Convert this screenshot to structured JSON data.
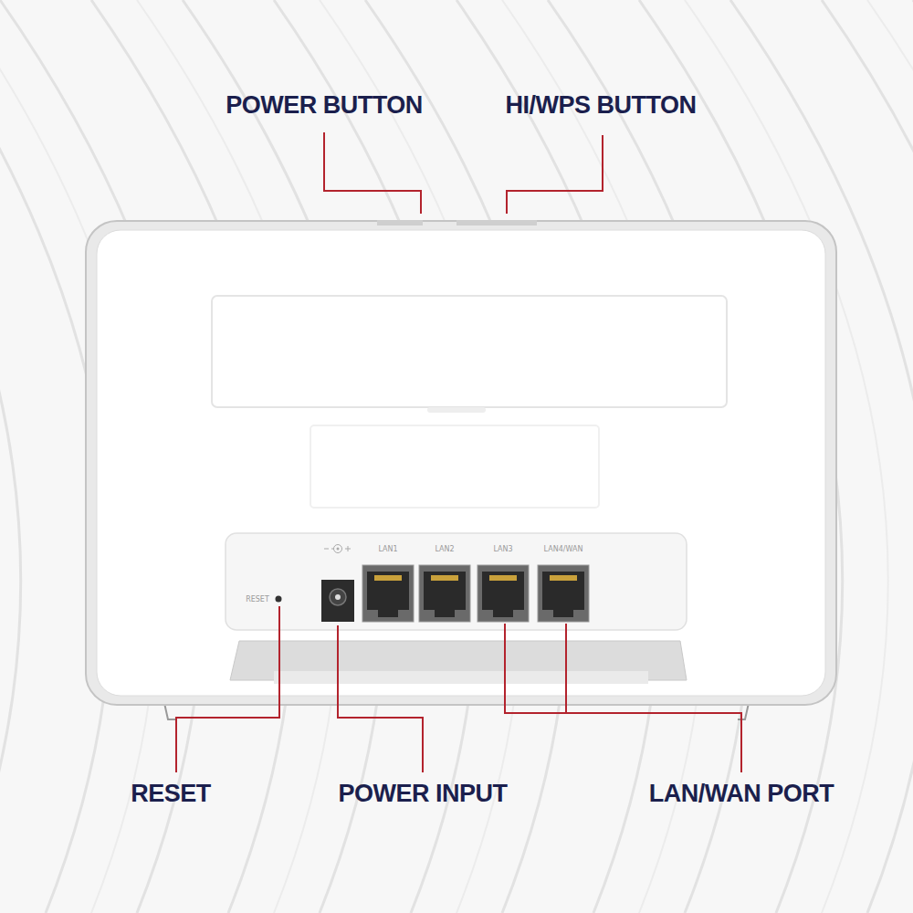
{
  "diagram": {
    "labels": [
      "POWER BUTTON",
      "HI/WPS BUTTON",
      "RESET",
      "LAN1",
      "LAN2",
      "LAN3",
      "LAN4/WAN",
      "RESET",
      "POWER INPUT",
      "LAN/WAN PORT"
    ]
  }
}
